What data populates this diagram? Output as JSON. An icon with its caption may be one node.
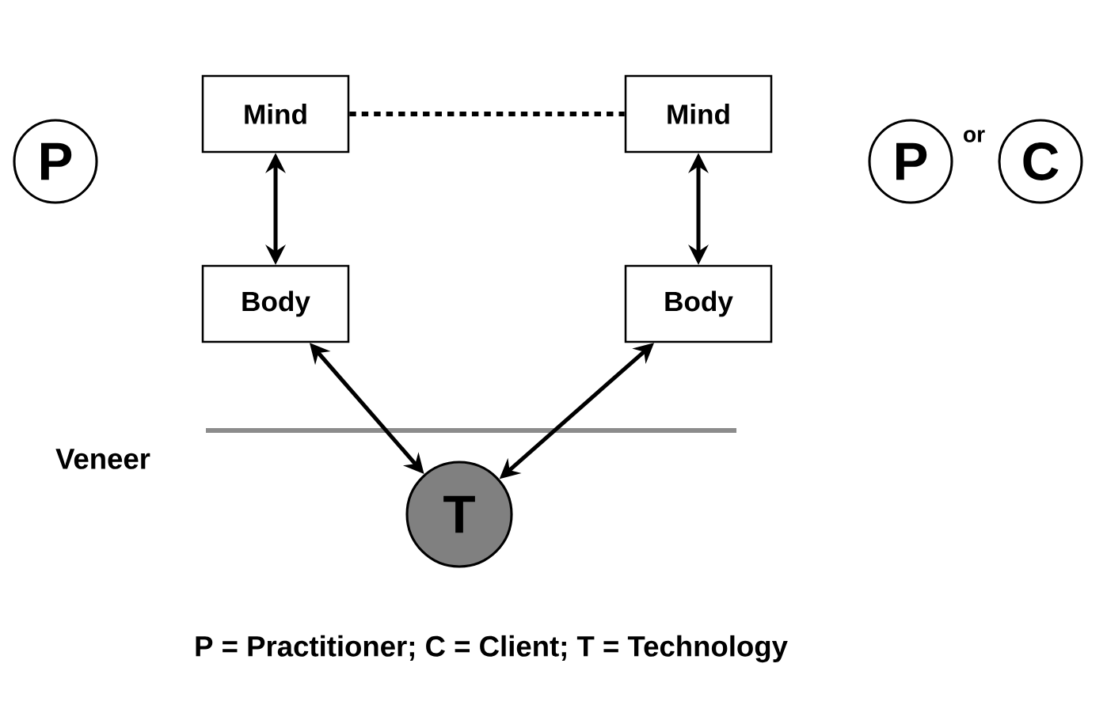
{
  "diagram": {
    "caption": "P = Practitioner; C = Client; T = Technology",
    "nodes": [
      {
        "text": [
          "Mind"
        ]
      },
      {
        "text": [
          "Mind"
        ]
      },
      {
        "text": [
          "P"
        ]
      },
      {
        "text": [
          "Body"
        ]
      },
      {
        "text": [
          "Body"
        ]
      },
      {
        "text": [
          "P"
        ]
      },
      {
        "text": [
          "C"
        ]
      },
      {
        "text": [
          "T"
        ]
      }
    ],
    "edges": [
      {
        "from": 0,
        "to": 1,
        "arrow": "none",
        "style": "dashed"
      },
      {
        "from": 0,
        "to": 3,
        "arrow": "both"
      },
      {
        "from": 1,
        "to": 4,
        "arrow": "both"
      },
      {
        "from": 3,
        "to": 7,
        "arrow": "both"
      },
      {
        "from": 4,
        "to": 7,
        "arrow": "both"
      }
    ],
    "labels": [
      "or",
      "Veneer"
    ]
  }
}
